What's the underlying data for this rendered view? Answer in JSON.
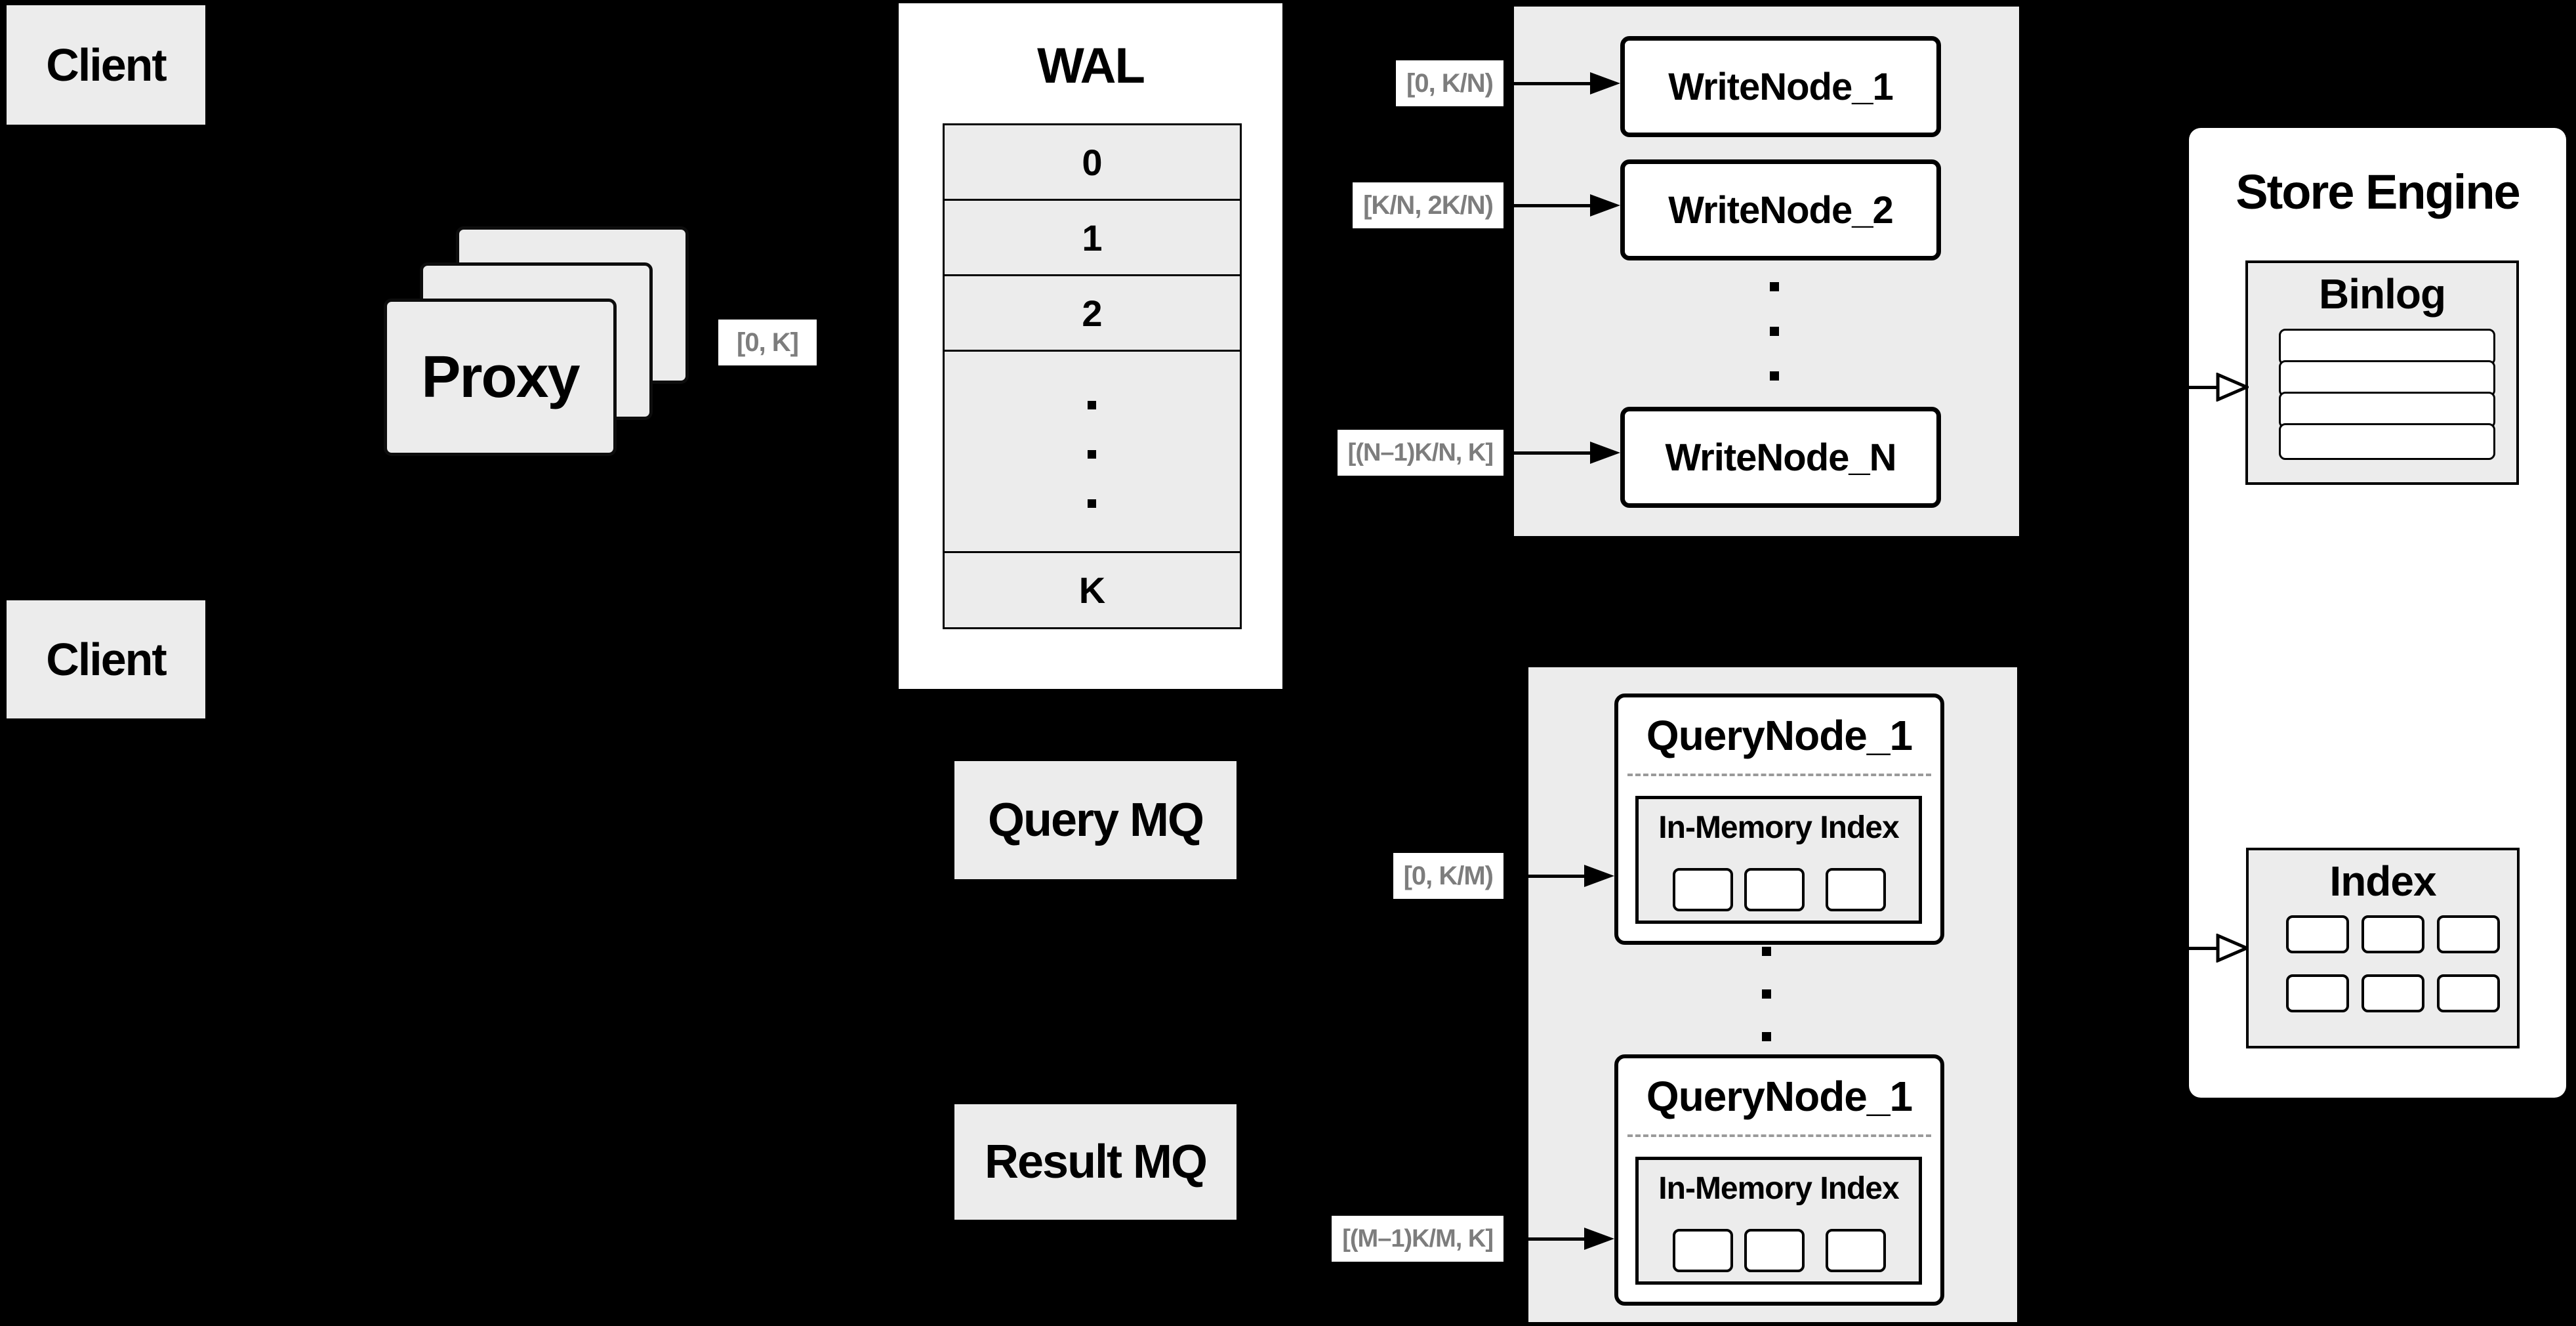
{
  "colors": {
    "background": "#000000",
    "panel_gray": "#ececec",
    "box_white": "#ffffff",
    "border_black": "#000000",
    "range_label_text": "#7d7d7d"
  },
  "clients": {
    "top": "Client",
    "bottom": "Client"
  },
  "proxy": {
    "label": "Proxy"
  },
  "edge_labels": {
    "proxy_wal": "[0, K]"
  },
  "wal": {
    "title": "WAL",
    "rows": [
      "0",
      "1",
      "2"
    ],
    "k_row": "K"
  },
  "write_section": {
    "nodes": [
      {
        "label": "WriteNode_1",
        "range": "[0,  K/N)"
      },
      {
        "label": "WriteNode_2",
        "range": "[K/N, 2K/N)"
      },
      {
        "label": "WriteNode_N",
        "range": "[(N–1)K/N,  K]"
      }
    ]
  },
  "store_engine": {
    "title": "Store Engine",
    "binlog": {
      "title": "Binlog"
    },
    "index": {
      "title": "Index"
    }
  },
  "query_section": {
    "query_mq": "Query MQ",
    "result_mq": "Result MQ",
    "nodes": [
      {
        "label": "QueryNode_1",
        "inner": "In-Memory Index",
        "range": "[0, K/M)"
      },
      {
        "label": "QueryNode_1",
        "inner": "In-Memory Index",
        "range": "[(M–1)K/M, K]"
      }
    ]
  }
}
